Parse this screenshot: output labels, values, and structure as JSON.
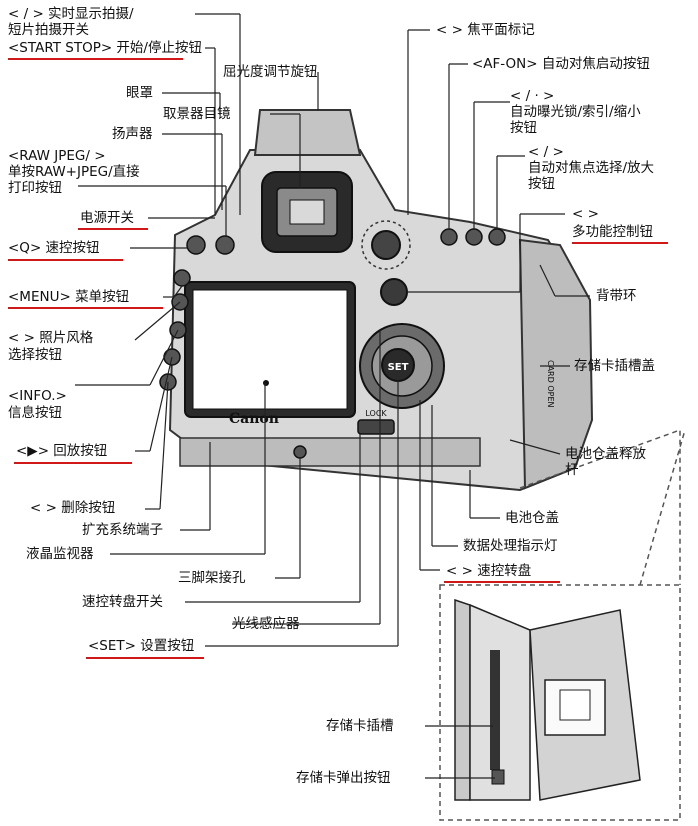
{
  "labels": {
    "liveview_1": "<  /  > 实时显示拍摄/",
    "liveview_2": "短片拍摄开关",
    "startstop": "<START STOP> 开始/停止按钮",
    "diopter": "屈光度调节旋钮",
    "eyecup": "眼罩",
    "eyepiece": "取景器目镜",
    "speaker": "扬声器",
    "raw_1": "<RAW JPEG/  >",
    "raw_2": "单按RAW+JPEG/直接",
    "raw_3": "打印按钮",
    "power": "电源开关",
    "quick": "<Q> 速控按钮",
    "menu": "<MENU> 菜单按钮",
    "picstyle_1": "<  > 照片风格",
    "picstyle_2": "选择按钮",
    "info_1": "<INFO.>",
    "info_2": "信息按钮",
    "play": "<▶> 回放按钮",
    "erase": "<  > 删除按钮",
    "extension": "扩充系统端子",
    "lcd": "液晶监视器",
    "tripod": "三脚架接孔",
    "qcd_switch": "速控转盘开关",
    "light_sensor": "光线感应器",
    "set": "<SET> 设置按钮",
    "focal_plane": "<  > 焦平面标记",
    "afon": "<AF-ON> 自动对焦启动按钮",
    "ae_lock_1": "<  /  ·  > ",
    "ae_lock_2": "自动曝光锁/索引/缩小",
    "ae_lock_3": "按钮",
    "af_point_1": "<  /  >",
    "af_point_2": "自动对焦点选择/放大",
    "af_point_3": "按钮",
    "multi_1": "<  >",
    "multi_2": "多功能控制钮",
    "strap": "背带环",
    "card_cover": "存储卡插槽盖",
    "battery_release_1": "电池仓盖释放",
    "battery_release_2": "杆",
    "battery_cover": "电池仓盖",
    "access_lamp": "数据处理指示灯",
    "qcd": "<  > 速控转盘",
    "card_slot": "存储卡插槽",
    "card_eject": "存储卡弹出按钮"
  },
  "camera": {
    "brand": "Canon",
    "set_text": "SET",
    "lock_text": "LOCK",
    "card_text": "CARD OPEN"
  },
  "colors": {
    "underline": "#d01818",
    "line": "#222222",
    "body": "#cfcfcf"
  }
}
